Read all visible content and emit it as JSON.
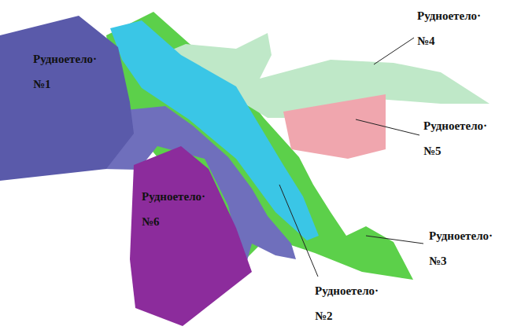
{
  "diagram": {
    "labels": [
      "Рудноетело· №1",
      "Рудноетело· №4",
      "Рудноетело· №5",
      "Рудноетело· №6",
      "Рудноетело· №3",
      "Рудноетело· №2"
    ]
  }
}
